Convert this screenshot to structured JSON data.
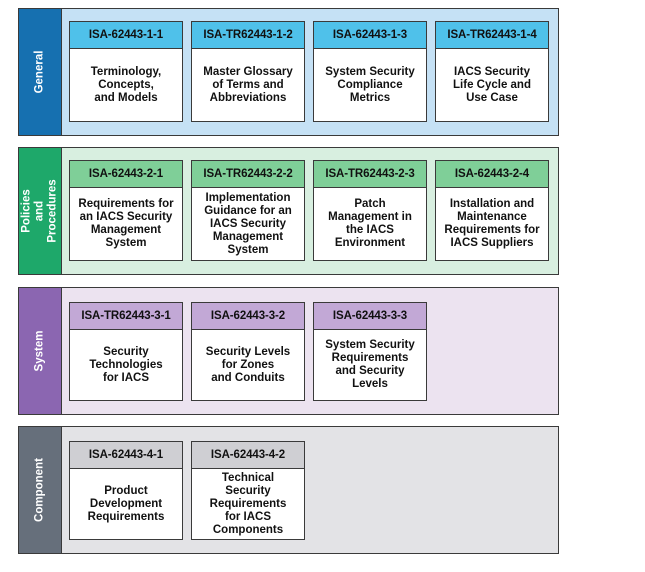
{
  "colors": {
    "general_side": "#1670b0",
    "general_bg": "#c5e1f5",
    "general_head": "#4fc1ea",
    "policies_side": "#1ea86a",
    "policies_bg": "#d8efe0",
    "policies_head": "#7fcf98",
    "system_side": "#8b66b1",
    "system_bg": "#ece3f0",
    "system_head": "#c2a8d6",
    "component_side": "#666f7b",
    "component_bg": "#e3e3e6",
    "component_head": "#cfcfd3"
  },
  "groups": [
    {
      "label": "General",
      "cards": [
        {
          "id": "ISA-62443-1-1",
          "title": "Terminology,\nConcepts,\nand Models"
        },
        {
          "id": "ISA-TR62443-1-2",
          "title": "Master Glossary\nof Terms and\nAbbreviations"
        },
        {
          "id": "ISA-62443-1-3",
          "title": "System Security\nCompliance\nMetrics"
        },
        {
          "id": "ISA-TR62443-1-4",
          "title": "IACS Security\nLife Cycle and\nUse Case"
        }
      ]
    },
    {
      "label": "Policies and\nProcedures",
      "cards": [
        {
          "id": "ISA-62443-2-1",
          "title": "Requirements for\nan IACS Security\nManagement\nSystem"
        },
        {
          "id": "ISA-TR62443-2-2",
          "title": "Implementation\nGuidance for an\nIACS Security\nManagement\nSystem"
        },
        {
          "id": "ISA-TR62443-2-3",
          "title": "Patch\nManagement in\nthe IACS\nEnvironment"
        },
        {
          "id": "ISA-62443-2-4",
          "title": "Installation and\nMaintenance\nRequirements for\nIACS Suppliers"
        }
      ]
    },
    {
      "label": "System",
      "cards": [
        {
          "id": "ISA-TR62443-3-1",
          "title": "Security\nTechnologies\nfor IACS"
        },
        {
          "id": "ISA-62443-3-2",
          "title": "Security Levels\nfor Zones\nand Conduits"
        },
        {
          "id": "ISA-62443-3-3",
          "title": "System Security\nRequirements\nand Security\nLevels"
        }
      ]
    },
    {
      "label": "Component",
      "cards": [
        {
          "id": "ISA-62443-4-1",
          "title": "Product\nDevelopment\nRequirements"
        },
        {
          "id": "ISA-62443-4-2",
          "title": "Technical\nSecurity\nRequirements\nfor IACS\nComponents"
        }
      ]
    }
  ]
}
